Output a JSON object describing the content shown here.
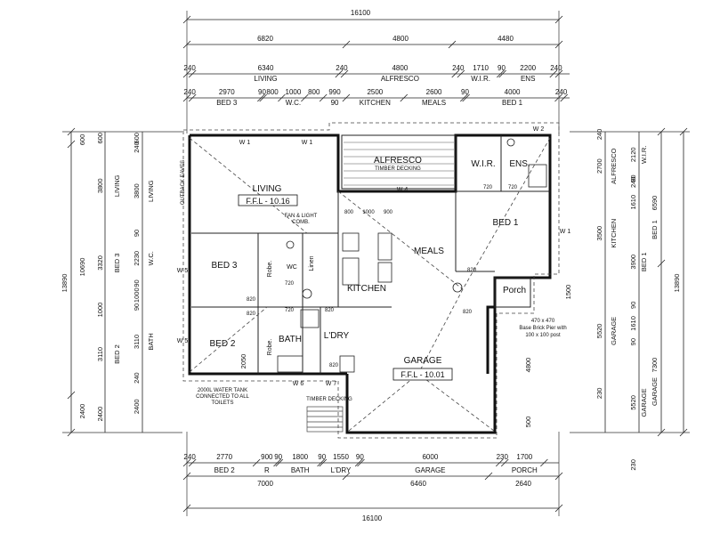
{
  "dimensions": {
    "top_overall": "16100",
    "top_row1": [
      "6820",
      "4800",
      "4480"
    ],
    "top_row2": [
      {
        "v": "240",
        "l": ""
      },
      {
        "v": "6340",
        "l": "LIVING"
      },
      {
        "v": "240",
        "l": ""
      },
      {
        "v": "4800",
        "l": "ALFRESCO"
      },
      {
        "v": "240",
        "l": ""
      },
      {
        "v": "1710",
        "l": "W.I.R."
      },
      {
        "v": "90",
        "l": ""
      },
      {
        "v": "2200",
        "l": "ENS"
      },
      {
        "v": "240",
        "l": ""
      }
    ],
    "top_row3": [
      {
        "v": "240",
        "l": ""
      },
      {
        "v": "2970",
        "l": "BED 3"
      },
      {
        "v": "90",
        "l": ""
      },
      {
        "v": "800",
        "l": ""
      },
      {
        "v": "1000",
        "l": "W.C."
      },
      {
        "v": "800",
        "l": ""
      },
      {
        "v": "990",
        "l": "90"
      },
      {
        "v": "2500",
        "l": "KITCHEN"
      },
      {
        "v": "2600",
        "l": "MEALS"
      },
      {
        "v": "90",
        "l": ""
      },
      {
        "v": "4000",
        "l": "BED 1"
      },
      {
        "v": "240",
        "l": ""
      }
    ],
    "bottom_row1": [
      {
        "v": "240",
        "l": ""
      },
      {
        "v": "2770",
        "l": "BED 2"
      },
      {
        "v": "900",
        "l": "R"
      },
      {
        "v": "90",
        "l": ""
      },
      {
        "v": "1800",
        "l": "BATH"
      },
      {
        "v": "90",
        "l": ""
      },
      {
        "v": "1550",
        "l": "L'DRY"
      },
      {
        "v": "90",
        "l": ""
      },
      {
        "v": "6000",
        "l": "GARAGE"
      },
      {
        "v": "230",
        "l": ""
      },
      {
        "v": "1700",
        "l": "PORCH"
      }
    ],
    "bottom_row2": [
      "7000",
      "6460",
      "2640"
    ],
    "bottom_overall": "16100",
    "left_overall": "13890",
    "left_col1": [
      "600",
      "10690",
      "2400"
    ],
    "left_col2": [
      {
        "v": "600",
        "l": ""
      },
      {
        "v": "3800",
        "l": "LIVING"
      },
      {
        "v": "3320",
        "l": "BED 3"
      },
      {
        "v": "1000",
        "l": ""
      },
      {
        "v": "3110",
        "l": "BED 2"
      },
      {
        "v": "2400",
        "l": ""
      }
    ],
    "left_col3": [
      {
        "v": "600",
        "l": ""
      },
      {
        "v": "240",
        "l": ""
      },
      {
        "v": "3800",
        "l": "LIVING"
      },
      {
        "v": "90",
        "l": ""
      },
      {
        "v": "2230",
        "l": "W.C."
      },
      {
        "v": "90",
        "l": ""
      },
      {
        "v": "1000",
        "l": ""
      },
      {
        "v": "90",
        "l": ""
      },
      {
        "v": "3110",
        "l": "BATH"
      },
      {
        "v": "240",
        "l": ""
      },
      {
        "v": "2400",
        "l": ""
      }
    ],
    "right_overall": "13890",
    "right_col1": [
      {
        "v": "240",
        "l": ""
      },
      {
        "v": "2700",
        "l": "ALFRESCO"
      },
      {
        "v": "3500",
        "l": "KITCHEN"
      },
      {
        "v": "5520",
        "l": "GARAGE"
      },
      {
        "v": "230",
        "l": ""
      }
    ],
    "right_col2": [
      {
        "v": "2120",
        "l": "W.I.R."
      },
      {
        "v": "90",
        "l": ""
      },
      {
        "v": "240",
        "l": ""
      },
      {
        "v": "1610",
        "l": ""
      },
      {
        "v": "3900",
        "l": "BED 1"
      },
      {
        "v": "90",
        "l": ""
      },
      {
        "v": "1610",
        "l": ""
      },
      {
        "v": "90",
        "l": ""
      },
      {
        "v": "5520",
        "l": "GARAGE"
      },
      {
        "v": "230",
        "l": ""
      }
    ],
    "right_col3": [
      "6590",
      "7300"
    ],
    "right_col3_l": [
      "BED 1",
      "GARAGE"
    ],
    "right_col4": "13890",
    "garage_depth": "4800",
    "porch_1500": "1500",
    "garage_500": "500",
    "kitchen_row": [
      "800",
      "1000",
      "900"
    ]
  },
  "rooms": {
    "living": "LIVING",
    "living_ffl": "F.F.L - 10.16",
    "alfresco": "ALFRESCO",
    "alfresco_sub": "TIMBER DECKING",
    "wir": "W.I.R.",
    "ens": "ENS.",
    "bed1": "BED 1",
    "bed3": "BED 3",
    "bed2": "BED 2",
    "meals": "MEALS",
    "kitchen": "KITCHEN",
    "porch": "Porch",
    "garage": "GARAGE",
    "garage_ffl": "F.F.L - 10.01",
    "bath": "BATH",
    "laundry": "L'DRY",
    "wc": "WC",
    "robe": "Robe.",
    "linen": "Linen",
    "decking": "TIMBER DECKING"
  },
  "notes": {
    "fan_light_1": "FAN & LIGHT",
    "fan_light_2": "COMB.",
    "outback_eaves": "OUTBACK EAVES",
    "water_tank_1": "2000L WATER TANK",
    "water_tank_2": "CONNECTED TO ALL",
    "water_tank_3": "TOILETS",
    "pier_1": "470 x 470",
    "pier_2": "Base Brick Pier with",
    "pier_3": "100 x 100 post"
  },
  "windows": {
    "w1": "W 1",
    "w2": "W 2",
    "w4": "W 4",
    "w5": "W 5",
    "w6": "W 6",
    "w7": "W 7"
  },
  "door_widths": {
    "d720": "720",
    "d820": "820"
  }
}
